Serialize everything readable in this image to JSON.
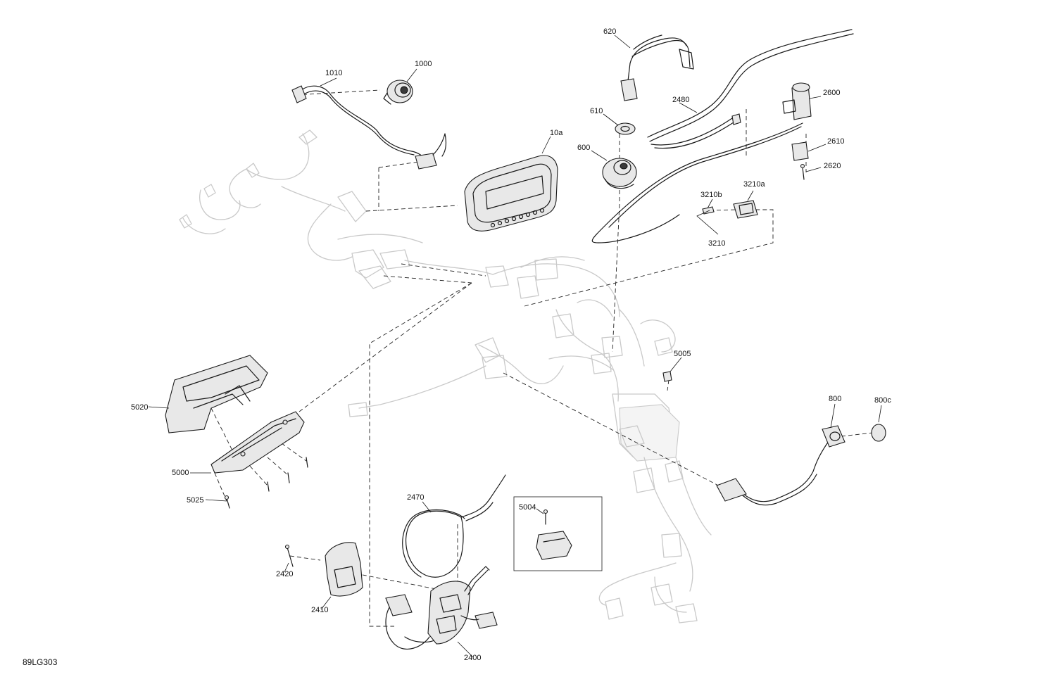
{
  "figure_code": "89LG303",
  "callouts": [
    {
      "id": "620"
    },
    {
      "id": "1000"
    },
    {
      "id": "1010"
    },
    {
      "id": "610"
    },
    {
      "id": "2480"
    },
    {
      "id": "2600"
    },
    {
      "id": "10a"
    },
    {
      "id": "600"
    },
    {
      "id": "2610"
    },
    {
      "id": "2620"
    },
    {
      "id": "3210b"
    },
    {
      "id": "3210a"
    },
    {
      "id": "3210"
    },
    {
      "id": "5005"
    },
    {
      "id": "5020"
    },
    {
      "id": "5000"
    },
    {
      "id": "5025"
    },
    {
      "id": "800"
    },
    {
      "id": "800c"
    },
    {
      "id": "2470"
    },
    {
      "id": "5004"
    },
    {
      "id": "2420"
    },
    {
      "id": "2410"
    },
    {
      "id": "2400"
    }
  ]
}
